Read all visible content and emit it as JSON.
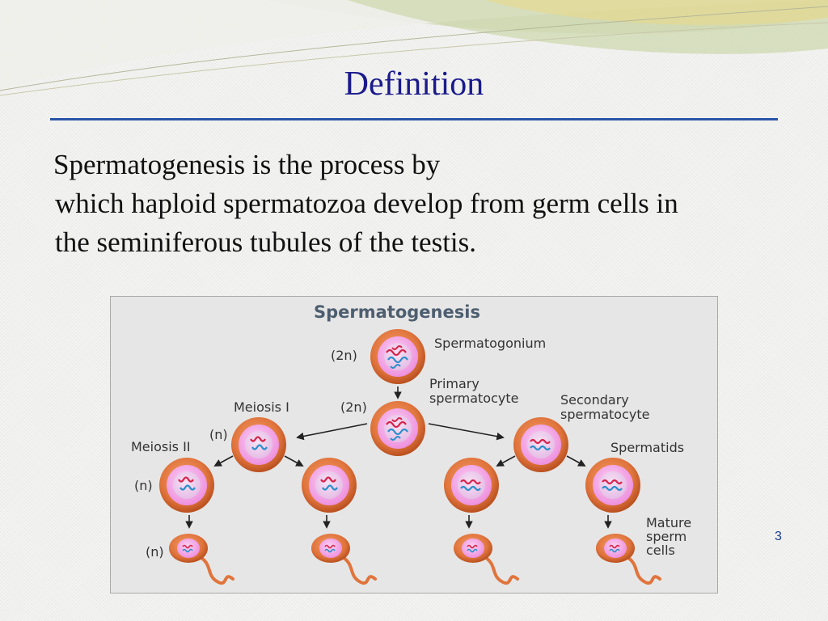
{
  "slide": {
    "title": "Definition",
    "body_lines": [
      "Spermatogenesis is the process by",
      "which haploid spermatozoa develop from germ cells in",
      "the seminiferous tubules of the testis."
    ],
    "page_number": "3"
  },
  "figure": {
    "title": "Spermatogenesis",
    "labels": {
      "spermatogonium": "Spermatogonium",
      "spermatogonium_ploidy": "(2n)",
      "primary_line1": "Primary",
      "primary_line2": "spermatocyte",
      "primary_ploidy": "(2n)",
      "meiosis1": "Meiosis I",
      "secondary_line1": "Secondary",
      "secondary_line2": "spermatocyte",
      "meiosis1_ploidy": "(n)",
      "meiosis2": "Meiosis II",
      "spermatids": "Spermatids",
      "meiosis2_ploidy": "(n)",
      "mature_line1": "Mature",
      "mature_line2": "sperm",
      "mature_line3": "cells",
      "mature_ploidy": "(n)"
    },
    "colors": {
      "cell_outer": "#e0743c",
      "cell_inner": "#f6a8e8",
      "nucleus": "#eec8ee",
      "chromosome_red": "#d8234a",
      "chromosome_blue": "#2c8fc9",
      "panel_bg": "#e6e6e6",
      "title_color": "#4d5e70"
    }
  }
}
